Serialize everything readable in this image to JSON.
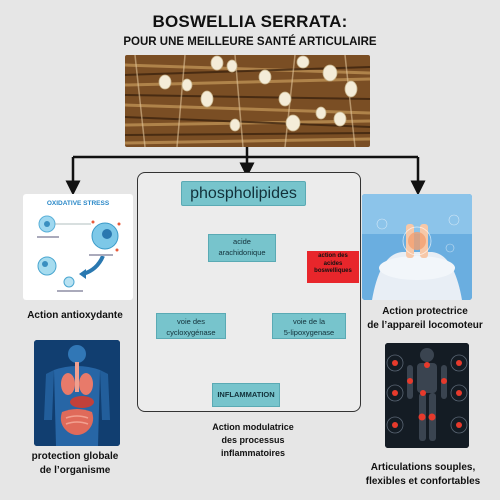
{
  "title": {
    "line1": "BOSWELLIA SERRATA:",
    "line2": "POUR UNE MEILLEURE SANTÉ ARTICULAIRE"
  },
  "oxidative_panel": {
    "heading": "OXIDATIVE STRESS"
  },
  "flow": {
    "phospholipides": "phospholipides",
    "acide_line1": "acide",
    "acide_line2": "arachidonique",
    "cyclo_line1": "voie des",
    "cyclo_line2": "cycloxygénase",
    "lipo_line1": "voie de la",
    "lipo_line2": "5-lipoxygenase",
    "inflammation": "INFLAMMATION",
    "badge_line1": "action des",
    "badge_line2": "acides",
    "badge_line3": "boswelliques"
  },
  "labels": {
    "antioxydante": "Action antioxydante",
    "locomoteur_line1": "Action protectrice",
    "locomoteur_line2": "de l’appareil locomoteur",
    "protection_line1": "protection globale",
    "protection_line2": "de l’organisme",
    "modulatrice_line1": "Action modulatrice",
    "modulatrice_line2": "des processus",
    "modulatrice_line3": "inflammatoires",
    "articulations_line1": "Articulations souples,",
    "articulations_line2": "flexibles et confortables"
  },
  "colors": {
    "background": "#e6e6e6",
    "teal": "#77c4cc",
    "arrow_teal": "#1f8aa0",
    "badge_red": "#e8262b"
  }
}
